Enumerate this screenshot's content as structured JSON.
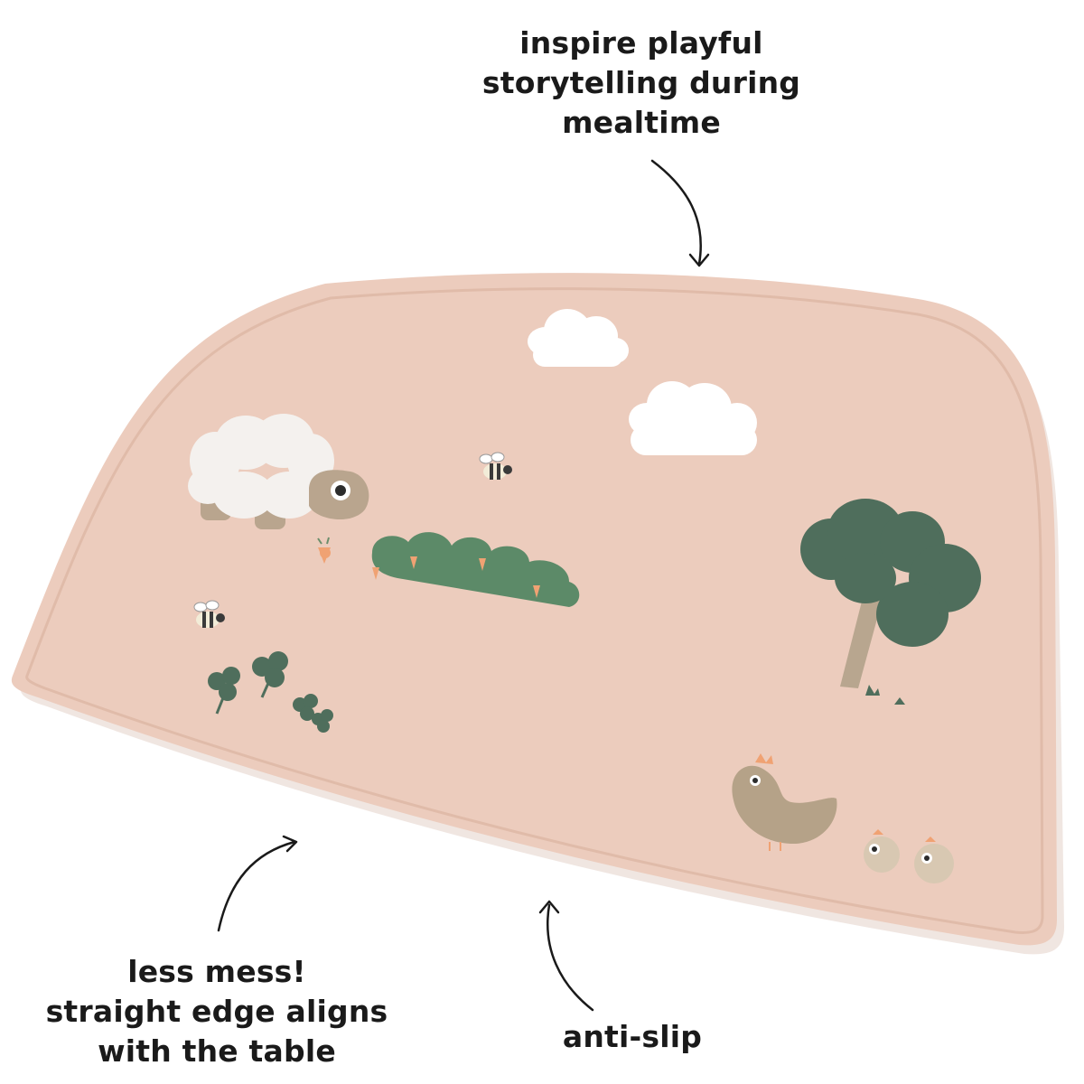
{
  "callouts": {
    "top": [
      "inspire playful",
      "storytelling during",
      "mealtime"
    ],
    "bottom_left": [
      "less mess!",
      "straight edge aligns",
      "with the table"
    ],
    "bottom_right": [
      "anti-slip"
    ]
  },
  "colors": {
    "background": "#ffffff",
    "mat": "#ecccbd",
    "mat_rim": "#e0bba9",
    "cloud": "#ffffff",
    "sheep_wool": "#f4f1ee",
    "sheep_face": "#b9a58e",
    "bush": "#5c8a68",
    "tree_crown": "#4f6e5c",
    "tree_trunk": "#b8a68f",
    "clover": "#4f6e5c",
    "hen": "#b5a288",
    "carrot": "#f0a273",
    "text": "#1a1a1a",
    "arrow": "#1a1a1a"
  },
  "illustrations": [
    "cloud-icon",
    "cloud-icon",
    "sheep-icon",
    "bee-icon",
    "bee-icon",
    "bush-icon",
    "carrot-icon",
    "tree-icon",
    "clover-icon",
    "hen-icon",
    "chick-icon",
    "chick-icon"
  ]
}
